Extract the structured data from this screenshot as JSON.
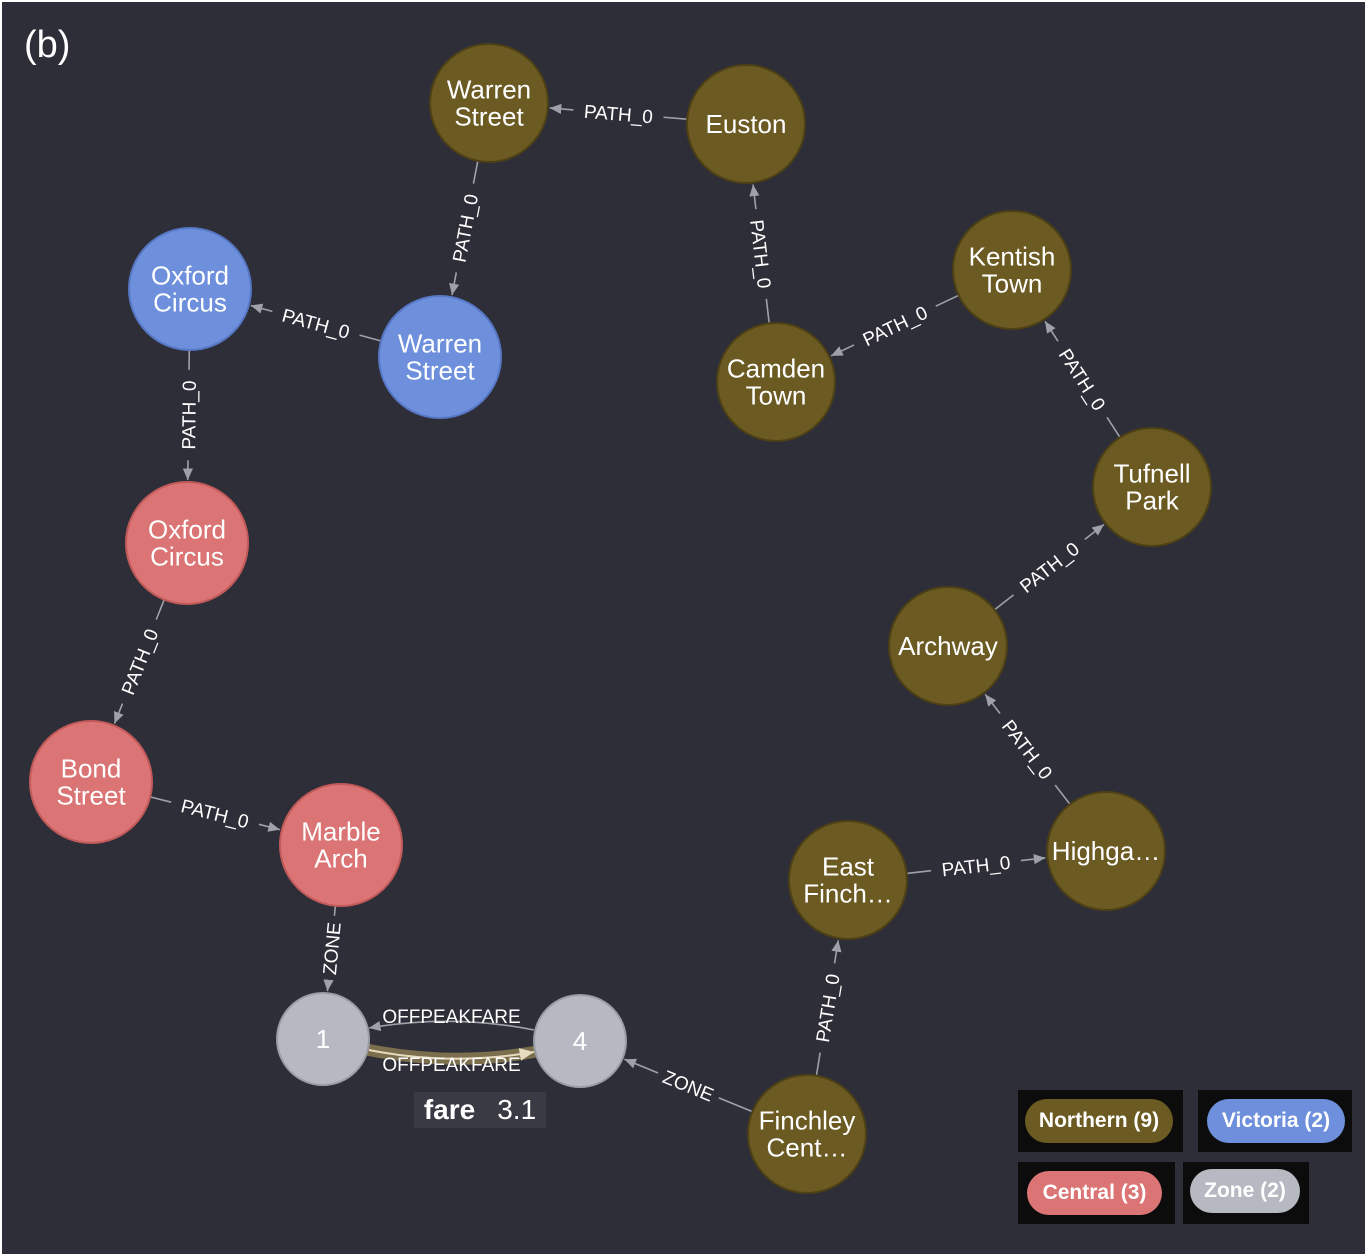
{
  "panel_tag": "(b)",
  "colors": {
    "background": "#2e2e38",
    "northern": "#6b5a22",
    "victoria": "#6d8fdc",
    "central": "#db7474",
    "zone": "#b6b9c1",
    "edge": "#9fa1a8"
  },
  "nodes": [
    {
      "id": "warren-n",
      "line": "Northern",
      "label": [
        "Warren",
        "Street"
      ]
    },
    {
      "id": "euston",
      "line": "Northern",
      "label": [
        "Euston"
      ]
    },
    {
      "id": "kentish",
      "line": "Northern",
      "label": [
        "Kentish",
        "Town"
      ]
    },
    {
      "id": "camden",
      "line": "Northern",
      "label": [
        "Camden",
        "Town"
      ]
    },
    {
      "id": "tufnell",
      "line": "Northern",
      "label": [
        "Tufnell",
        "Park"
      ]
    },
    {
      "id": "archway",
      "line": "Northern",
      "label": [
        "Archway"
      ]
    },
    {
      "id": "highgate",
      "line": "Northern",
      "label": [
        "Highga…"
      ]
    },
    {
      "id": "eastfinch",
      "line": "Northern",
      "label": [
        "East",
        "Finch…"
      ]
    },
    {
      "id": "finchley",
      "line": "Northern",
      "label": [
        "Finchley",
        "Cent…"
      ]
    },
    {
      "id": "oxford-v",
      "line": "Victoria",
      "label": [
        "Oxford",
        "Circus"
      ]
    },
    {
      "id": "warren-v",
      "line": "Victoria",
      "label": [
        "Warren",
        "Street"
      ]
    },
    {
      "id": "oxford-c",
      "line": "Central",
      "label": [
        "Oxford",
        "Circus"
      ]
    },
    {
      "id": "bond",
      "line": "Central",
      "label": [
        "Bond",
        "Street"
      ]
    },
    {
      "id": "marble",
      "line": "Central",
      "label": [
        "Marble",
        "Arch"
      ]
    },
    {
      "id": "zone1",
      "line": "Zone",
      "label": [
        "1"
      ]
    },
    {
      "id": "zone4",
      "line": "Zone",
      "label": [
        "4"
      ]
    }
  ],
  "edges": [
    {
      "from": "euston",
      "to": "warren-n",
      "label": "PATH_0"
    },
    {
      "from": "warren-n",
      "to": "warren-v",
      "label": "PATH_0"
    },
    {
      "from": "camden",
      "to": "euston",
      "label": "PATH_0"
    },
    {
      "from": "kentish",
      "to": "camden",
      "label": "PATH_0"
    },
    {
      "from": "tufnell",
      "to": "kentish",
      "label": "PATH_0"
    },
    {
      "from": "archway",
      "to": "tufnell",
      "label": "PATH_0"
    },
    {
      "from": "highgate",
      "to": "archway",
      "label": "PATH_0"
    },
    {
      "from": "eastfinch",
      "to": "highgate",
      "label": "PATH_0"
    },
    {
      "from": "finchley",
      "to": "eastfinch",
      "label": "PATH_0"
    },
    {
      "from": "warren-v",
      "to": "oxford-v",
      "label": "PATH_0"
    },
    {
      "from": "oxford-v",
      "to": "oxford-c",
      "label": "PATH_0"
    },
    {
      "from": "oxford-c",
      "to": "bond",
      "label": "PATH_0"
    },
    {
      "from": "bond",
      "to": "marble",
      "label": "PATH_0"
    },
    {
      "from": "marble",
      "to": "zone1",
      "label": "ZONE"
    },
    {
      "from": "finchley",
      "to": "zone4",
      "label": "ZONE"
    },
    {
      "from": "zone4",
      "to": "zone1",
      "label": "OFFPEAKFARE"
    },
    {
      "from": "zone1",
      "to": "zone4",
      "label": "OFFPEAKFARE",
      "selected": true
    }
  ],
  "selected_relationship": {
    "key": "fare",
    "value": "3.1"
  },
  "legend": [
    {
      "label": "Northern (9)",
      "line": "Northern"
    },
    {
      "label": "Victoria (2)",
      "line": "Victoria"
    },
    {
      "label": "Central (3)",
      "line": "Central"
    },
    {
      "label": "Zone (2)",
      "line": "Zone"
    }
  ]
}
